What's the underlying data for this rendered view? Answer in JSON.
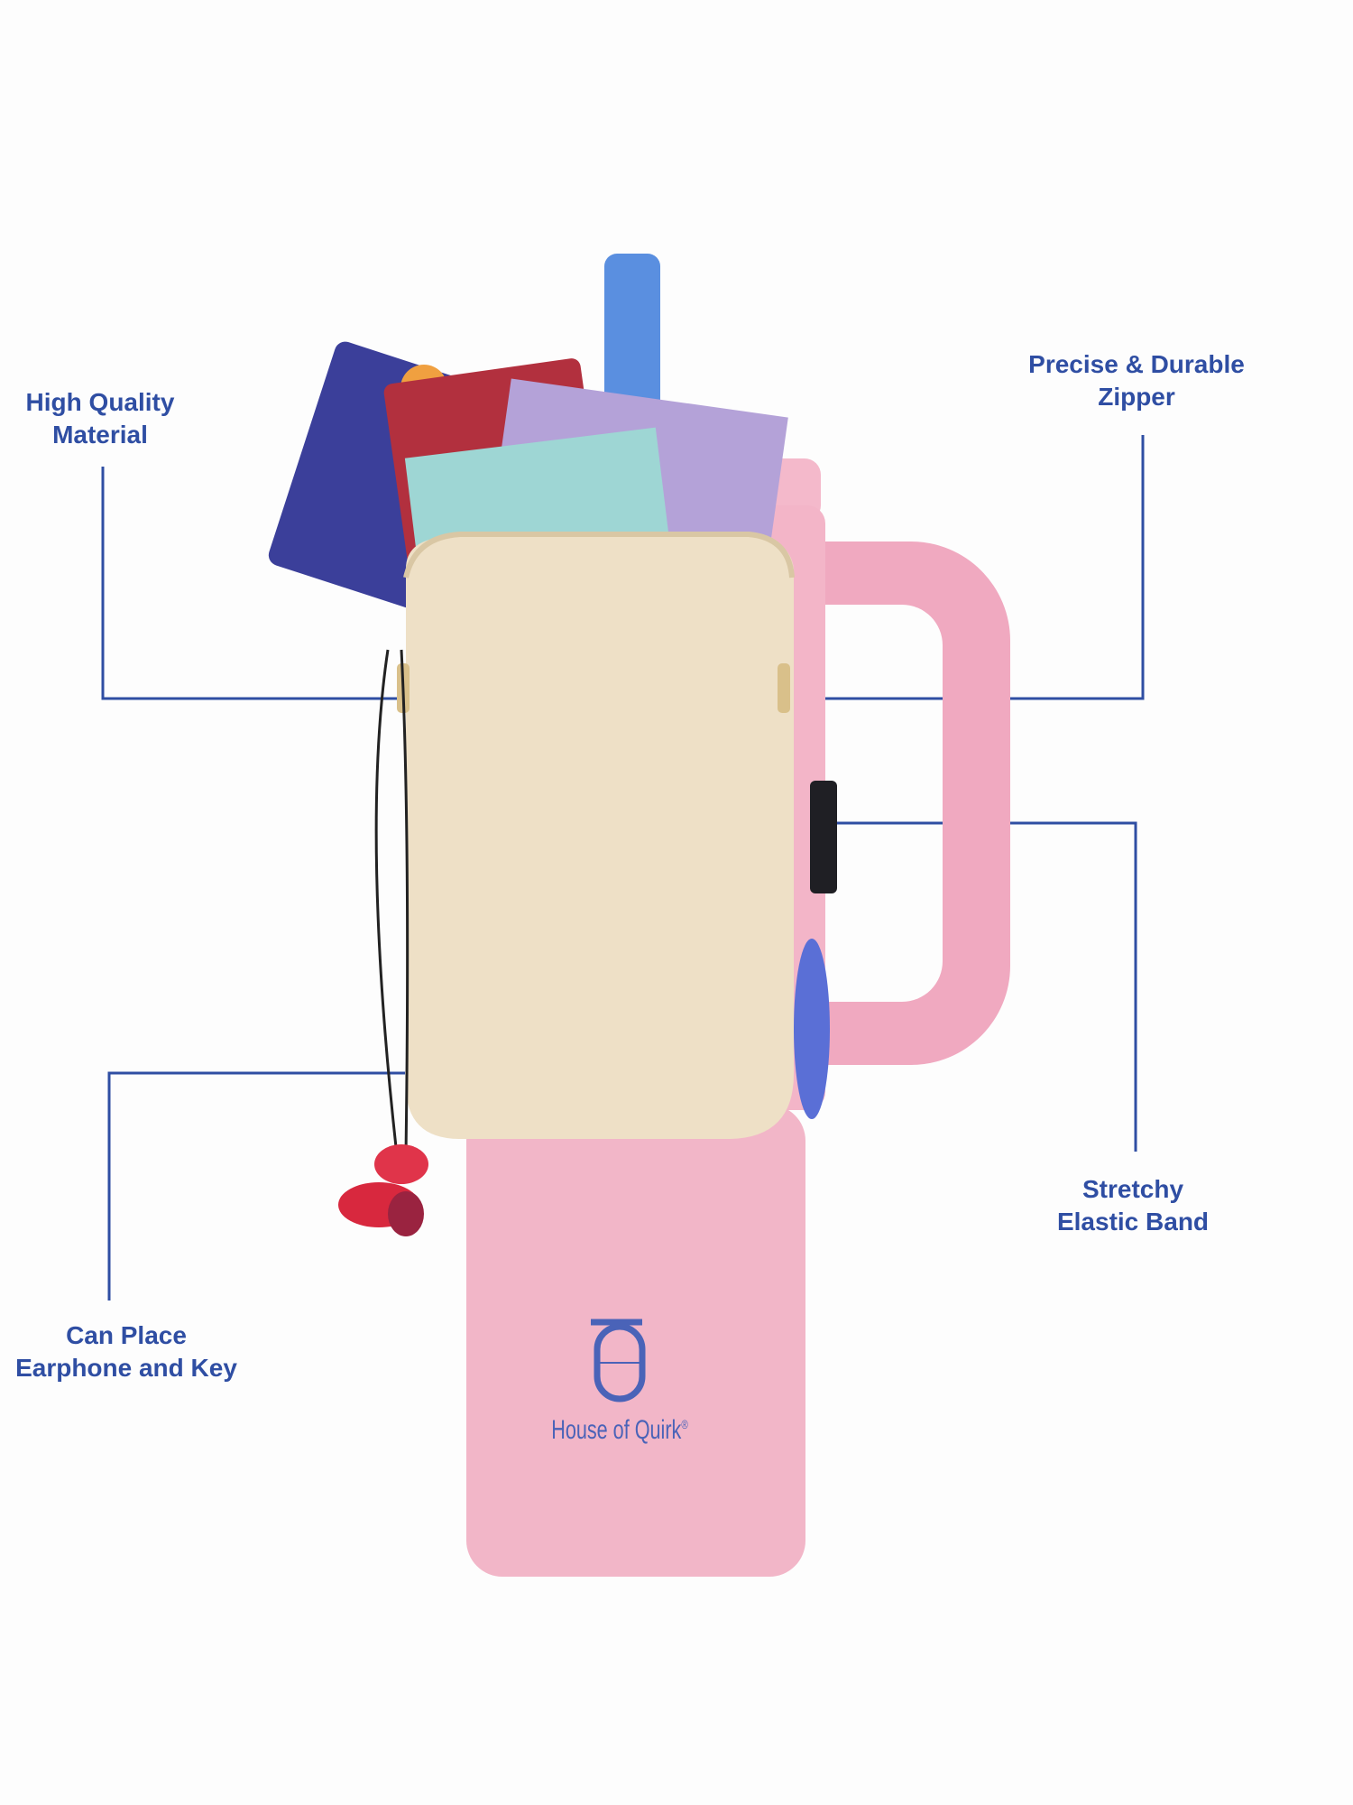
{
  "callouts": {
    "material": [
      "High Quality",
      "Material"
    ],
    "zipper": [
      "Precise & Durable",
      "Zipper"
    ],
    "elastic": [
      "Stretchy",
      "Elastic Band"
    ],
    "earphone": [
      "Can Place",
      "Earphone and Key"
    ]
  },
  "brand": {
    "name": "House of Quirk",
    "mark": "®"
  },
  "colors": {
    "callout_text": "#2f4ea3",
    "tumbler": "#f2b6c8",
    "pouch": "#eee0c6",
    "straw": "#5a8fe0"
  }
}
